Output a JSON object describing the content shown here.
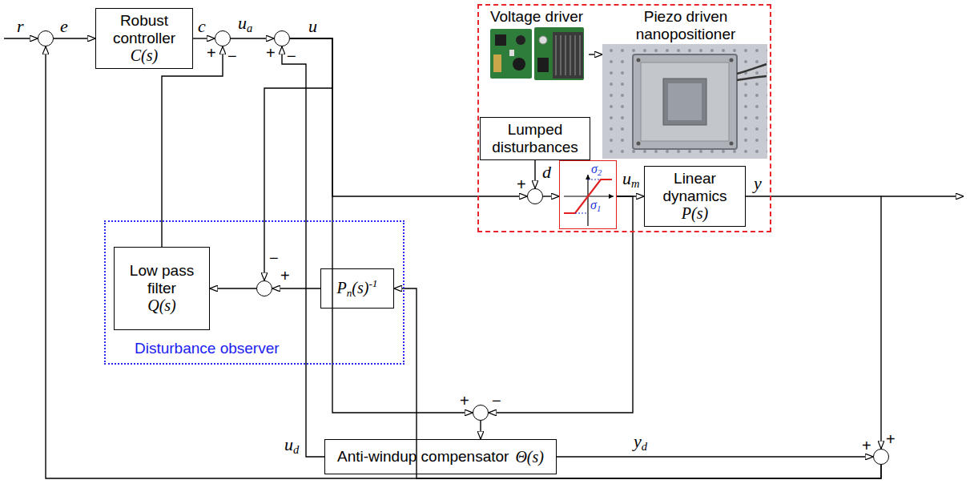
{
  "diagram": {
    "nodes": [
      {
        "text": []
      },
      {
        "text": [
          "Robust controller",
          "C(s)"
        ]
      },
      {
        "text": [
          "+",
          "−"
        ]
      },
      {
        "text": [
          "+",
          "−"
        ]
      },
      {
        "text": []
      },
      {
        "text": [
          "Voltage driver"
        ],
        "in": 4
      },
      {
        "text": [
          "Piezo driven nanopositioner"
        ],
        "in": 4
      },
      {
        "text": [
          "Lumped disturbances"
        ],
        "in": 4
      },
      {
        "text": [
          "+"
        ],
        "in": 4
      },
      {
        "text": [
          "σ2",
          "σ1"
        ],
        "in": 4
      },
      {
        "text": [
          "Linear dynamics",
          "P(s)"
        ],
        "in": 4
      },
      {
        "text": [
          "Disturbance observer"
        ]
      },
      {
        "text": [
          "Low pass filter",
          "Q(s)"
        ],
        "in": 11
      },
      {
        "text": [
          "−",
          "+"
        ],
        "in": 11
      },
      {
        "text": [
          "Pn(s)-1"
        ],
        "in": 11
      },
      {
        "text": [
          "+",
          "−"
        ]
      },
      {
        "text": [
          "Anti-windup compensator",
          "Θ(s)"
        ]
      },
      {
        "text": [
          "+",
          "+"
        ]
      }
    ],
    "edges": [
      {
        "from": 0,
        "to": 1,
        "label": "e",
        "arrow": "to"
      },
      {
        "from": 1,
        "to": 2,
        "label": "c",
        "arrow": "to"
      },
      {
        "from": 2,
        "to": 3,
        "label": "ua",
        "arrow": "to"
      },
      {
        "from": 3,
        "to": 8,
        "label": "u",
        "arrow": "to"
      },
      {
        "from": 3,
        "to": 13,
        "arrow": "to"
      },
      {
        "from": 3,
        "to": 15,
        "arrow": "to"
      },
      {
        "from": 5,
        "to": 6,
        "arrow": "to"
      },
      {
        "from": 7,
        "to": 8,
        "label": "d",
        "arrow": "to"
      },
      {
        "from": 8,
        "to": 9,
        "arrow": "to"
      },
      {
        "from": 9,
        "to": 10,
        "label": "um",
        "arrow": "to"
      },
      {
        "from": 10,
        "to": 17,
        "label": "y",
        "arrow": "to"
      },
      {
        "from": 13,
        "to": 12,
        "arrow": "to"
      },
      {
        "from": 14,
        "to": 13,
        "arrow": "to"
      },
      {
        "from": 12,
        "to": 2,
        "arrow": "to"
      },
      {
        "from": 16,
        "to": 3,
        "label": "ud",
        "arrow": "to"
      },
      {
        "from": 16,
        "to": 17,
        "label": "yd",
        "arrow": "to"
      },
      {
        "from": 9,
        "to": 15,
        "arrow": "to"
      },
      {
        "from": 15,
        "to": 16,
        "arrow": "to"
      },
      {
        "from": 17,
        "to": 0,
        "arrow": "to"
      },
      {
        "from": 17,
        "to": 14,
        "arrow": "to"
      }
    ],
    "labels": [
      "r"
    ]
  }
}
